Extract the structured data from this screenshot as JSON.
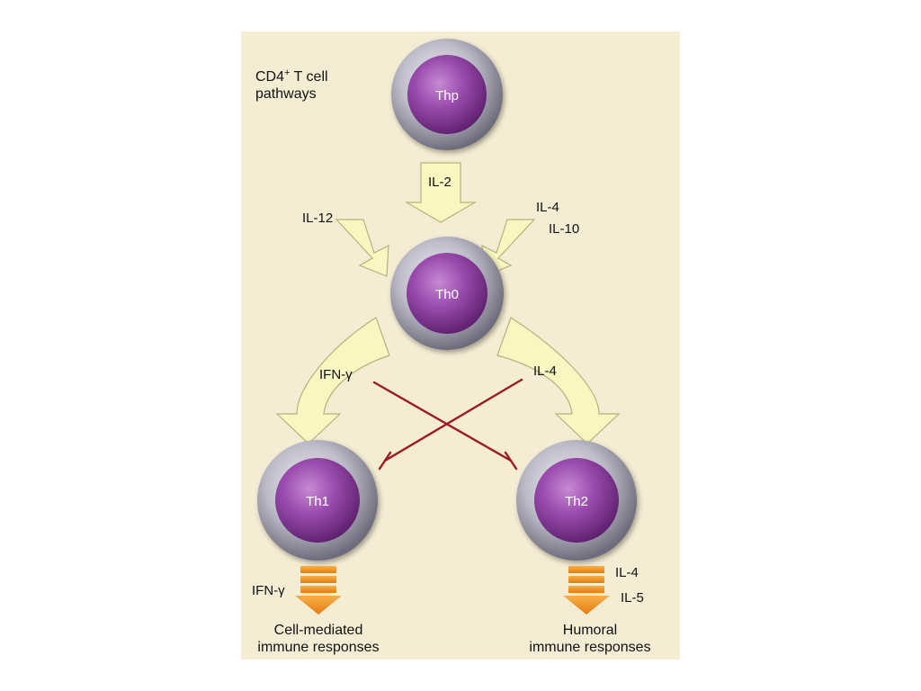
{
  "title": {
    "line1": "CD4",
    "superscript": "+",
    "line1_rest": " T cell",
    "line2": "pathways"
  },
  "cells": {
    "thp": "Thp",
    "th0": "Th0",
    "th1": "Th1",
    "th2": "Th2"
  },
  "cytokines": {
    "il2": "IL-2",
    "il12": "IL-12",
    "il4_top": "IL-4",
    "il10": "IL-10",
    "ifn_mid": "IFN-γ",
    "il4_mid": "IL-4",
    "ifn_out": "IFN-γ",
    "il4_out": "IL-4",
    "il5_out": "IL-5"
  },
  "outcomes": {
    "cell_mediated_line1": "Cell-mediated",
    "cell_mediated_line2": "immune responses",
    "humoral_line1": "Humoral",
    "humoral_line2": "immune responses"
  },
  "colors": {
    "background": "#f4ecd3",
    "cell_outer": "#a7a6b4",
    "cell_nucleus": "#8a3f9c",
    "arrow_fill": "#f9f6c2",
    "arrow_stroke": "#b8b27a",
    "inhibition": "#9c1a26",
    "output_arrow": "#f08c1a"
  }
}
